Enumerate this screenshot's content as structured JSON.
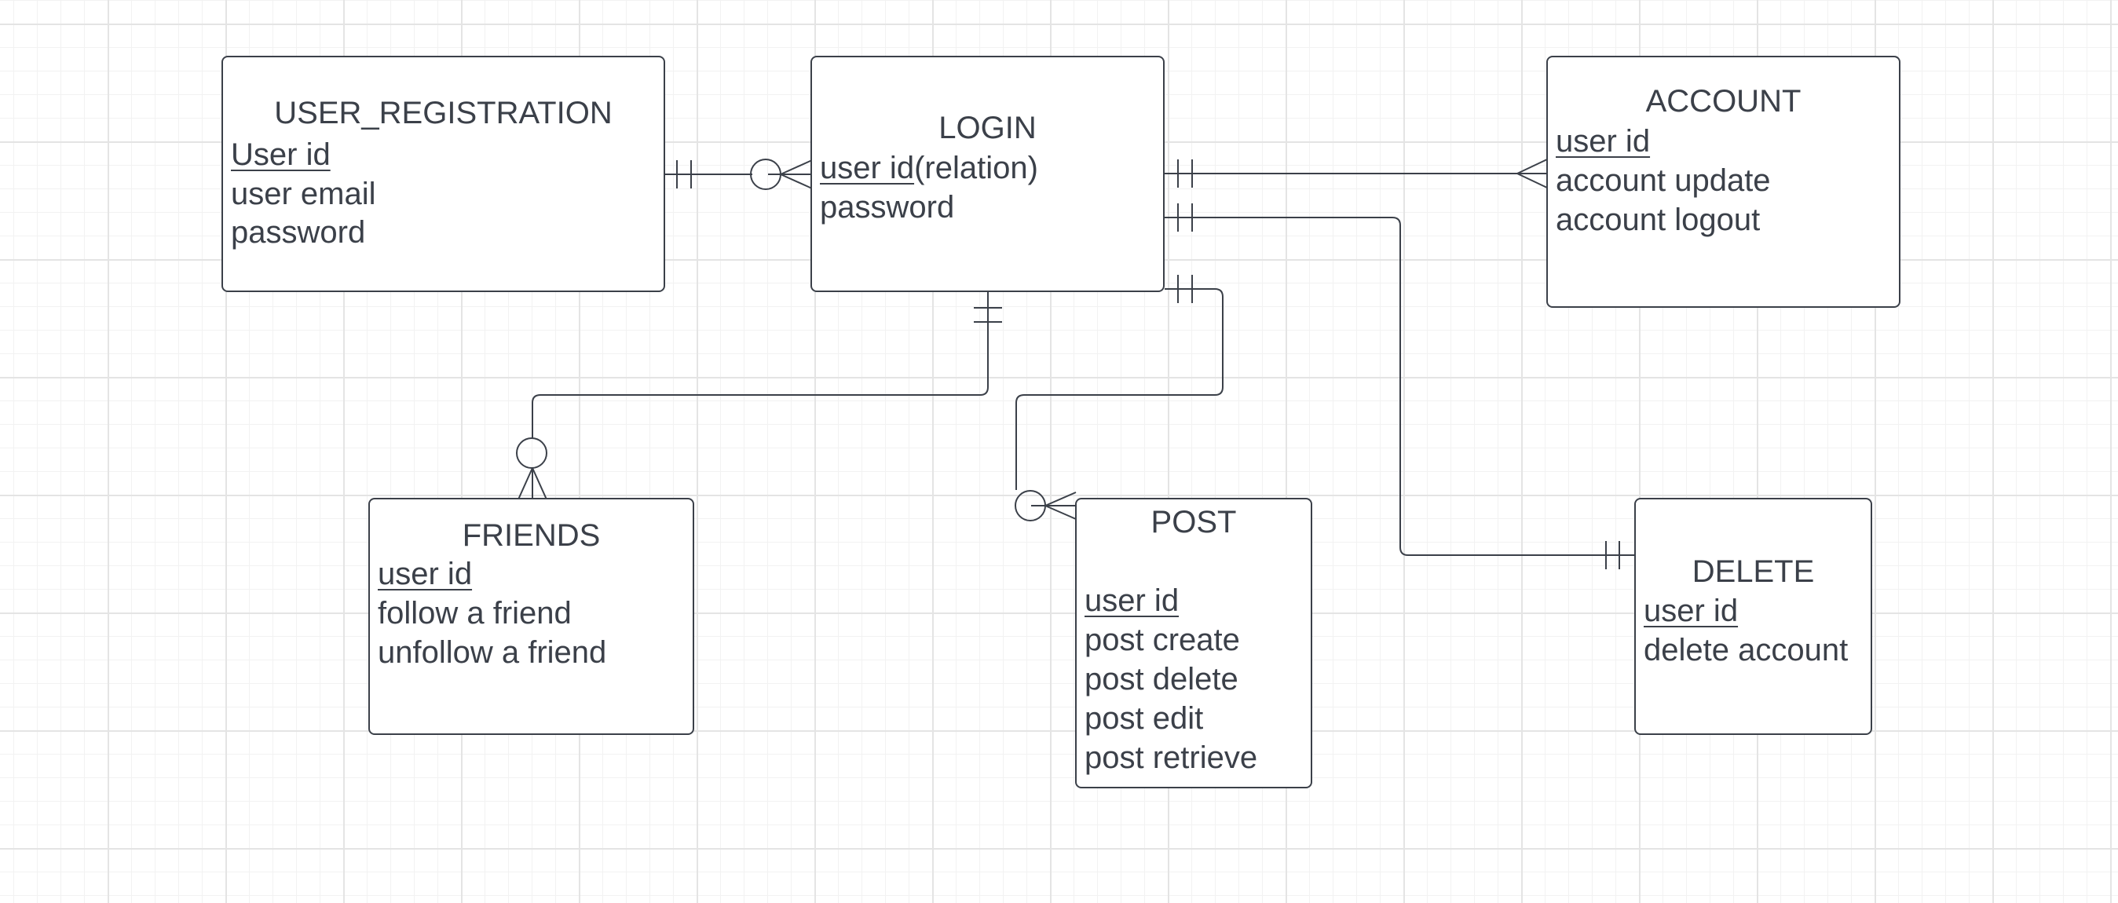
{
  "diagram": {
    "type": "entity-relationship",
    "line_color": "#3b4049",
    "grid_color": "#e4e4e4"
  },
  "entities": {
    "user_registration": {
      "title": "USER_REGISTRATION",
      "key": "User id",
      "attributes": [
        "user email",
        "password"
      ]
    },
    "login": {
      "title": "LOGIN",
      "key": "user id",
      "key_suffix": "(relation)",
      "attributes": [
        "password"
      ]
    },
    "account": {
      "title": "ACCOUNT",
      "key": "user id",
      "attributes": [
        "account update",
        "account logout"
      ]
    },
    "friends": {
      "title": "FRIENDS",
      "key": "user id",
      "attributes": [
        "follow a friend",
        "unfollow a friend"
      ]
    },
    "post": {
      "title": "POST",
      "key": "user id",
      "attributes": [
        "post create",
        "post delete",
        "post edit",
        "post retrieve"
      ]
    },
    "delete": {
      "title": "DELETE",
      "key": "user id",
      "attributes": [
        "delete account"
      ]
    }
  },
  "relationships": [
    {
      "from": "USER_REGISTRATION",
      "from_cardinality": "exactly-one",
      "to": "LOGIN",
      "to_cardinality": "zero-or-many"
    },
    {
      "from": "LOGIN",
      "from_cardinality": "exactly-one",
      "to": "ACCOUNT",
      "to_cardinality": "one-or-many"
    },
    {
      "from": "LOGIN",
      "from_cardinality": "exactly-one",
      "to": "DELETE",
      "to_cardinality": "exactly-one"
    },
    {
      "from": "LOGIN",
      "from_cardinality": "exactly-one",
      "to": "POST",
      "to_cardinality": "zero-or-many"
    },
    {
      "from": "LOGIN",
      "from_cardinality": "exactly-one",
      "to": "FRIENDS",
      "to_cardinality": "zero-or-many"
    }
  ]
}
